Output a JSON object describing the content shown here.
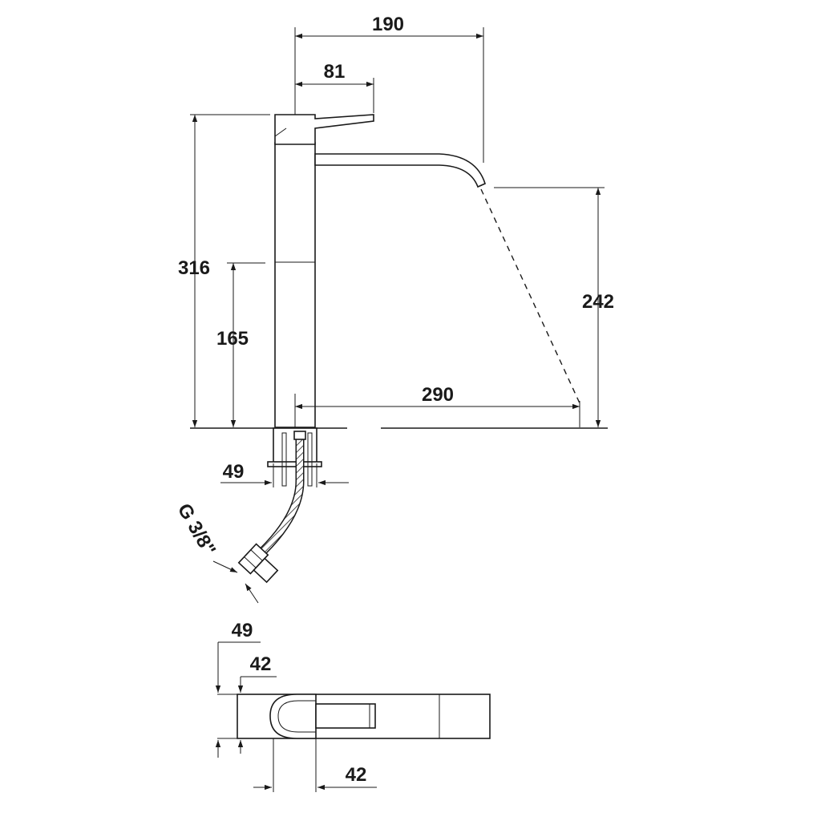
{
  "drawing": {
    "dimensions": {
      "total_reach": "190",
      "lever_length": "81",
      "total_height": "316",
      "spout_height": "242",
      "body_lower_height": "165",
      "spout_projection": "290",
      "base_width": "49",
      "hose_thread": "G 3/8\"",
      "plan_width": "49",
      "plan_inner_width": "42",
      "plan_depth": "42"
    }
  },
  "colors": {
    "line": "#1a1a1a",
    "background": "#ffffff"
  }
}
